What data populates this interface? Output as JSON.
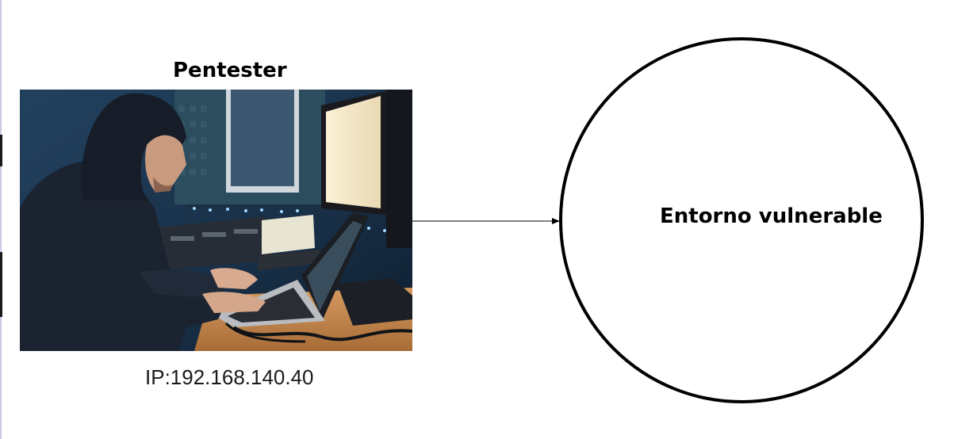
{
  "pentester": {
    "title": "Pentester",
    "image_subject": "hooded person typing on a laptop at a desk with monitors",
    "ip_label": "IP:192.168.140.40"
  },
  "target": {
    "label": "Entorno vulnerable",
    "shape": "circle"
  },
  "connector": {
    "direction": "pentester-to-target",
    "style": "arrow"
  },
  "colors": {
    "line": "#000000",
    "text": "#000000",
    "photo_dark_blue": "#1f3b5c",
    "monitor_glow": "#f2e6c8",
    "desk_wood": "#c48a52"
  }
}
